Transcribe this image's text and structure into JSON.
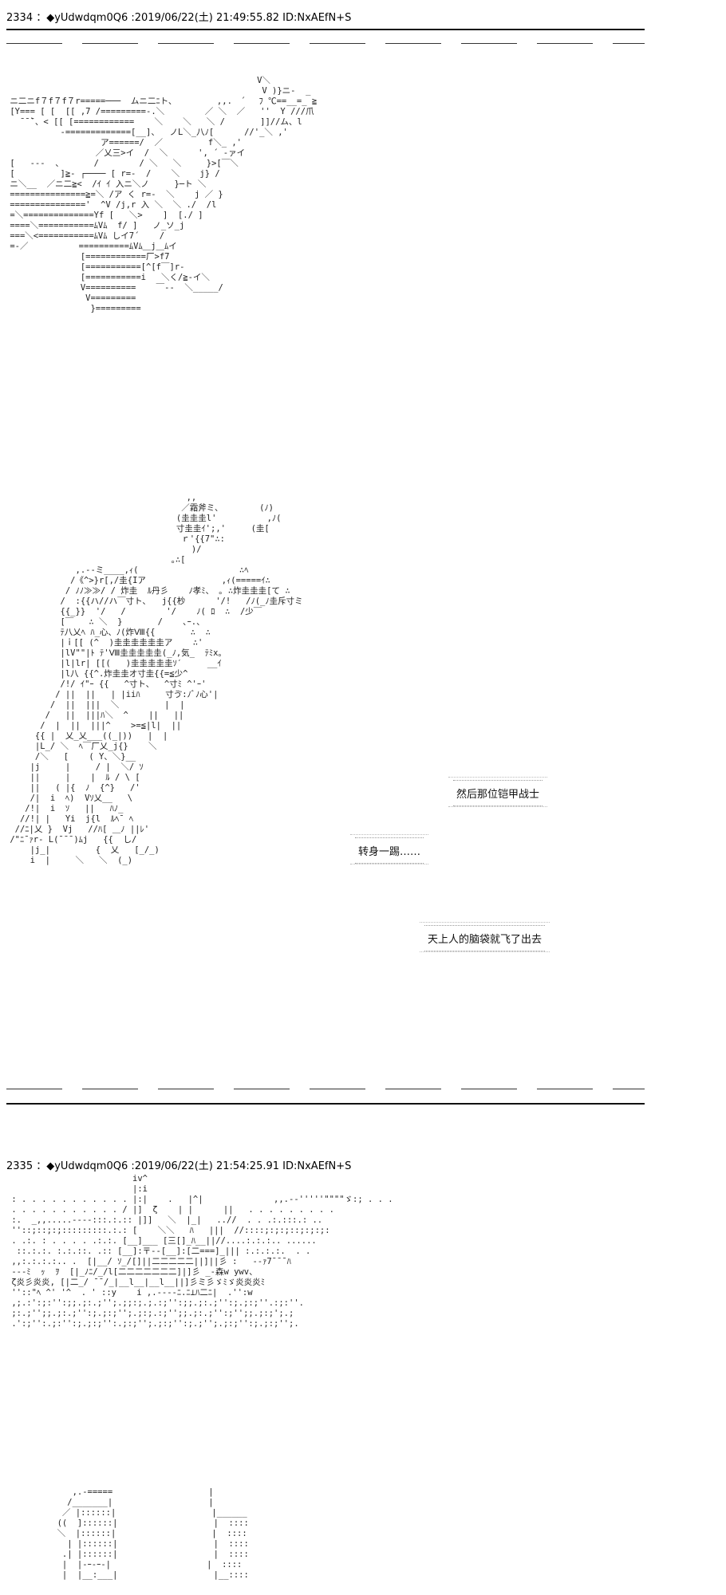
{
  "posts": [
    {
      "header": "2334 ：◆yUdwdqm0Q6 :2019/06/22(土) 21:49:55.82 ID:NxAEfN+S",
      "captions": [
        "然后那位铠甲战士",
        "转身一踢……",
        "天上人的脑袋就飞了出去"
      ],
      "art_top": "                                                  V＼\n                                                   V )}ニ-  _\n ニ二ニf７f７f７r=====───  ムニ二ﾆト、        ,,.　´　 ﾌ ℃==__=_ ≧\n [Y=== [ [  [[ ,7 /=========-.＼        ／ ＼  ／   ''  Y ///爪\n   ̄ ̄ ̄`、< [[ [============    ＼    ＼   ＼ /       ]]//ム、l\n           -=============[__]、  ノL＼_八ﾉ[      //'_＼ ,'\n                   ア======/  ／         f＼_ ,'\n                  ／乂三>イ  /  ＼      ', ´ -ァイ\n [   ---  、      /        / ＼   ＼     }>[￣＼\n [         ]≧- ┌──── [ r=-  /    ＼    j} /\n ニ＼__  ／ニ二≧<  /ｲ ｲ 入ニ＼ノ     }─ト ＼\n ===============≧=＼ /ア く r=-  ＼    j ／ }\n ==============='  ^V /j,r 入 ＼  ＼ ./  /l\n =＼==============Yf [   ＼>    ]  [./ ]\n ====＼===========ﾑVﾑ  f/ ]   ノ_ソ_j\n ===＼<===========ﾑVﾑ しイ7´    /\n =-／          ==========ﾑVﾑ＿j＿ﾑイ\n               [============厂>f7\n               [===========[^[f￣]r-\n               [===========i   ＼く/≧-イ＼\n               V==========    ￣-‐  ＼_____/\n                V=========\n                 }=========",
      "art_bottom": "                                    ,,\n                                   ／霜斧ミ､        (ﾉ)\n                                  (圭圭圭l'          ,ﾉ(\n                                  寸圭圭ｲ';,'     (圭[\n                                   ｒ'{{7\"∴:\n                                     )/\n                                 ｡∴[\n              ,.--ミ____,ｨ(                    ∴ﾍ\n             /《^>}r[,/圭{Iア               ,ｨ(=====ｲ∴\n            / ﾉﾉ≫≫/ / 炸圭  ﾙ丹彡    ﾉ孝ﾐ、 ｡ ∴炸圭圭圭[て ∴\n           /  :{{ハ//ハ￣寸ト､   j{{杪      '/!   /ﾉ(_ﾉ圭斥寸ミ\n           {{_}}  '/   /        '/    ﾉ( ﾛ  ∴  /少￣\n           [￣   ∴ ＼  }       /    ､ｰ.、\n           ﾃ八乂ﾍ ﾊ_心、ﾉ(炸Ⅷ{{       ∴  ∴\n           |ｉ[[ (^  )圭圭圭圭圭圭ア    ∴'\n           |lV\"\"|ﾄ ﾃ'Ⅷ圭圭圭圭圭(_ﾉ,気_  ﾃﾐx｡\n           |l|lr| [[(   )圭圭圭圭圭ｿ′     __ｲ\n           |l八 {{^.炸圭圭オ寸圭{{=≦少^\n           /!/ ｲ\"ｰ {{   ^寸ト、  ^寸ﾐ ^'ｰ'\n          / ||  ||   | |iiﾊ     寸ゔ:ﾉﾞﾉ心'|\n         /  ||  |||  ＼         |  |\n        /   ||  |||ﾊ＼  ^    ||   ||\n       /  |  ||  |||^    >=≦|l|  ||\n      {{ |  乂_乂___((_|))   |  |\n      |L_/ ＼  ﾍ￣厂乂_j{}    ＼\n      /＼   [    ( Y、＼}__\n     |j     |     / |  ＼/ ｿ\n     ||     |    |  ﾙ / \\ [\n     ||   ( |{  ﾉ  {^}   /'\n     /|  i  ﾍ)  Vｿ乂__   \\\n    /!|  i  ｿ   ||   ﾊﾉ_\n   //!| |   Yi  j{l  ﾙﾍ¯ ﾍ\n  //ﾆ|乂 }  Vj   //ﾊ[ ＿ﾉ ||ﾚ'\n /\"ﾆ¯ｧr- L(¯¯¯)ﾑj   {{  し/\n     |j_|         {  乂   [_/_)\n     i  |     ＼   ＼  (_)"
    },
    {
      "header": "2335 ：◆yUdwdqm0Q6 :2019/06/22(土) 21:54:25.91 ID:NxAEfN+S",
      "art_top": "                         iv^\n                         |:i\n : . . . . . . . . . . . |:|    .   |^|              ,,.--'''''\"\"\"\"ゞ:; . . .\n . . . . . . . . . . . / |]  ζ    | |      ||   . . . . . . . . .\n :.  _,,.....----:::.:.:: |]]   ＼  |_|   ..//  . . .:.:::.: ..\n ''::;::;:;:::::::::.:.: [    ＼＼   ﾊ   |||  //::::;:;:;::;:;:;:\n . .:. : . . . . .:.:. [__]___ [三[]_ﾊ__||//....:.:.:.. ......\n  ::.:.:. :.:.::. .:: [__]:〒--[__]:[二===]_||| :.:.:.:.  . .\n ,,:.:.:.:.. .  [|__/ ｿ_/[]||二二二二二||]||彡 :   --ｧ7¯¯¯ﾊ\n ---ﾐ  ｯ  ｦ  [|_ﾉﾆ/_/l[二二二二二二二]|]彡 _-森w ywv、\n ζ炎彡炎炎, [|二_/ ¯¯/_|__l__|__l__||]彡ミ彡ゞﾐゞ炎炎炎ﾐ\n ''::\"ﾍ ^' '^  . ' ::y    i ,.----ﾆ.ﾆ⊥ﾊ二ﾆ|  .'':w\n ,;.:':;:'':;;.;:.;'';.;;:;.;.:;'':;;.;:.;'':;.;:;''.:;:''.\n ;:.;'';;.;:.;'':;.;:;'';.;:;.:;'';;.;:.;'':;'';;.;:;';.;\n .':;'':.;:'':;.;:;'':.;:;'';.;:;'':;.;'';.;:;'':;.;:;'';.",
      "art_bottom": "        ,.-=====                   |\n       /_______|                   |\n      ／ |::::::|                   |______\n     ((  ]::::::|                   |  ::::\n     ＼  |::::::|                   |  ::::\n       | |::::::|                   |  ::::\n      .| |::::::|                   |  ::::\n      |  |-ｰ-ｰ-|                   |  ::::\n      |  |__:___|                   |__::::"
    }
  ]
}
